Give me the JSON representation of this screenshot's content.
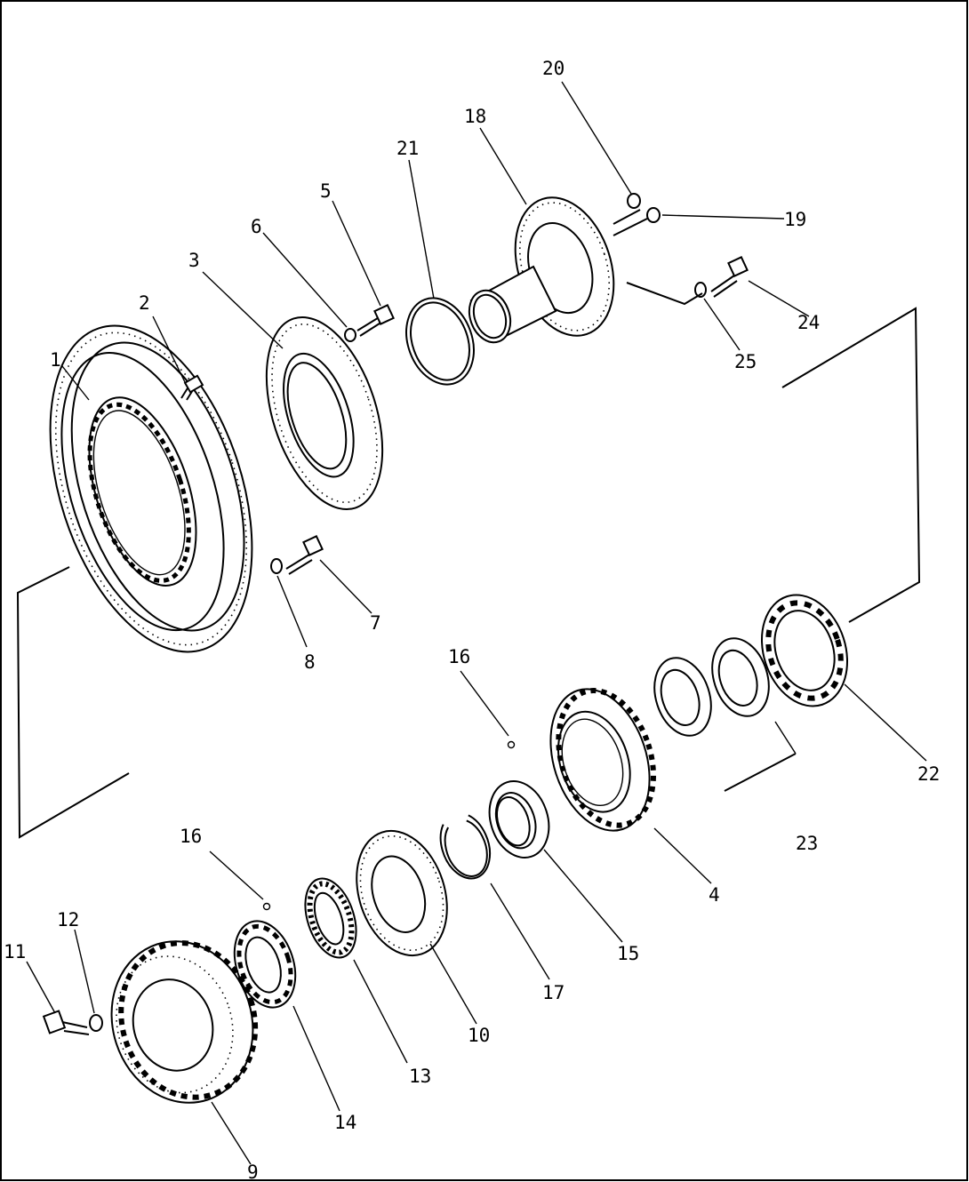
{
  "diagram": {
    "type": "exploded-parts-view",
    "callouts": [
      {
        "id": "c1",
        "text": "1"
      },
      {
        "id": "c2",
        "text": "2"
      },
      {
        "id": "c3",
        "text": "3"
      },
      {
        "id": "c4",
        "text": "4"
      },
      {
        "id": "c5",
        "text": "5"
      },
      {
        "id": "c6",
        "text": "6"
      },
      {
        "id": "c7",
        "text": "7"
      },
      {
        "id": "c8",
        "text": "8"
      },
      {
        "id": "c9",
        "text": "9"
      },
      {
        "id": "c10",
        "text": "10"
      },
      {
        "id": "c11",
        "text": "11"
      },
      {
        "id": "c12",
        "text": "12"
      },
      {
        "id": "c13",
        "text": "13"
      },
      {
        "id": "c14",
        "text": "14"
      },
      {
        "id": "c15",
        "text": "15"
      },
      {
        "id": "c16a",
        "text": "16"
      },
      {
        "id": "c16b",
        "text": "16"
      },
      {
        "id": "c17",
        "text": "17"
      },
      {
        "id": "c18",
        "text": "18"
      },
      {
        "id": "c19",
        "text": "19"
      },
      {
        "id": "c20",
        "text": "20"
      },
      {
        "id": "c21",
        "text": "21"
      },
      {
        "id": "c22",
        "text": "22"
      },
      {
        "id": "c23",
        "text": "23"
      },
      {
        "id": "c24",
        "text": "24"
      },
      {
        "id": "c25",
        "text": "25"
      }
    ]
  }
}
